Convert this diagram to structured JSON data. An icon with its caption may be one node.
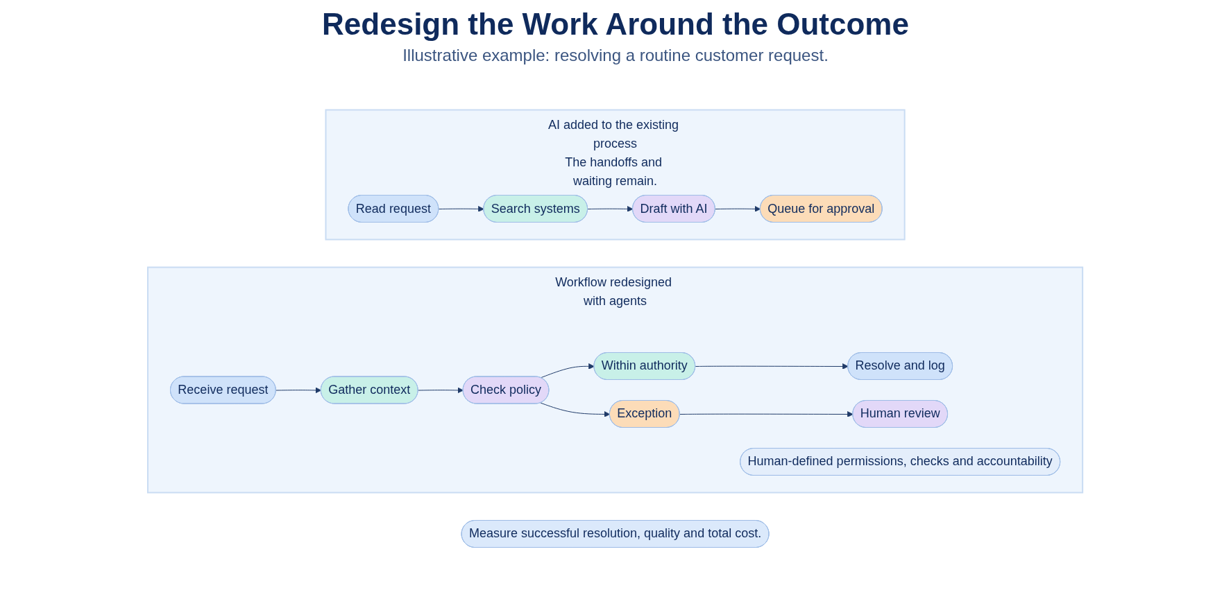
{
  "diagram": {
    "title": "Redesign the Work Around the Outcome",
    "nodes": [
      {
        "text": [
          "AI added to the existing process",
          "The handoffs and waiting remain."
        ]
      },
      {
        "text": [
          "Read request"
        ],
        "in": 0
      },
      {
        "text": [
          "Search systems"
        ],
        "in": 0
      },
      {
        "text": [
          "Draft with AI"
        ],
        "in": 0
      },
      {
        "text": [
          "Queue for approval"
        ],
        "in": 0
      },
      {
        "text": [
          "Workflow redesigned with agents"
        ]
      },
      {
        "text": [
          "Receive request"
        ],
        "in": 5
      },
      {
        "text": [
          "Gather context"
        ],
        "in": 5
      },
      {
        "text": [
          "Check policy"
        ],
        "in": 5
      },
      {
        "text": [
          "Within authority"
        ],
        "in": 5
      },
      {
        "text": [
          "Resolve and log"
        ],
        "in": 5
      },
      {
        "text": [
          "Exception"
        ],
        "in": 5
      },
      {
        "text": [
          "Human review"
        ],
        "in": 5
      },
      {
        "text": [
          "Human-defined permissions, checks and accountability"
        ],
        "in": 5
      },
      {
        "text": [
          "Measure successful resolution, quality and total cost."
        ]
      }
    ],
    "edges": [
      {
        "from": 1,
        "to": 2,
        "arrow": "to"
      },
      {
        "from": 2,
        "to": 3,
        "arrow": "to"
      },
      {
        "from": 3,
        "to": 4,
        "arrow": "to"
      },
      {
        "from": 6,
        "to": 7,
        "arrow": "to"
      },
      {
        "from": 7,
        "to": 8,
        "arrow": "to"
      },
      {
        "from": 8,
        "to": 9,
        "arrow": "to"
      },
      {
        "from": 8,
        "to": 11,
        "arrow": "to"
      },
      {
        "from": 9,
        "to": 10,
        "arrow": "to"
      },
      {
        "from": 11,
        "to": 12,
        "arrow": "to"
      }
    ],
    "labels": [
      "Illustrative example: resolving a routine customer request."
    ]
  }
}
